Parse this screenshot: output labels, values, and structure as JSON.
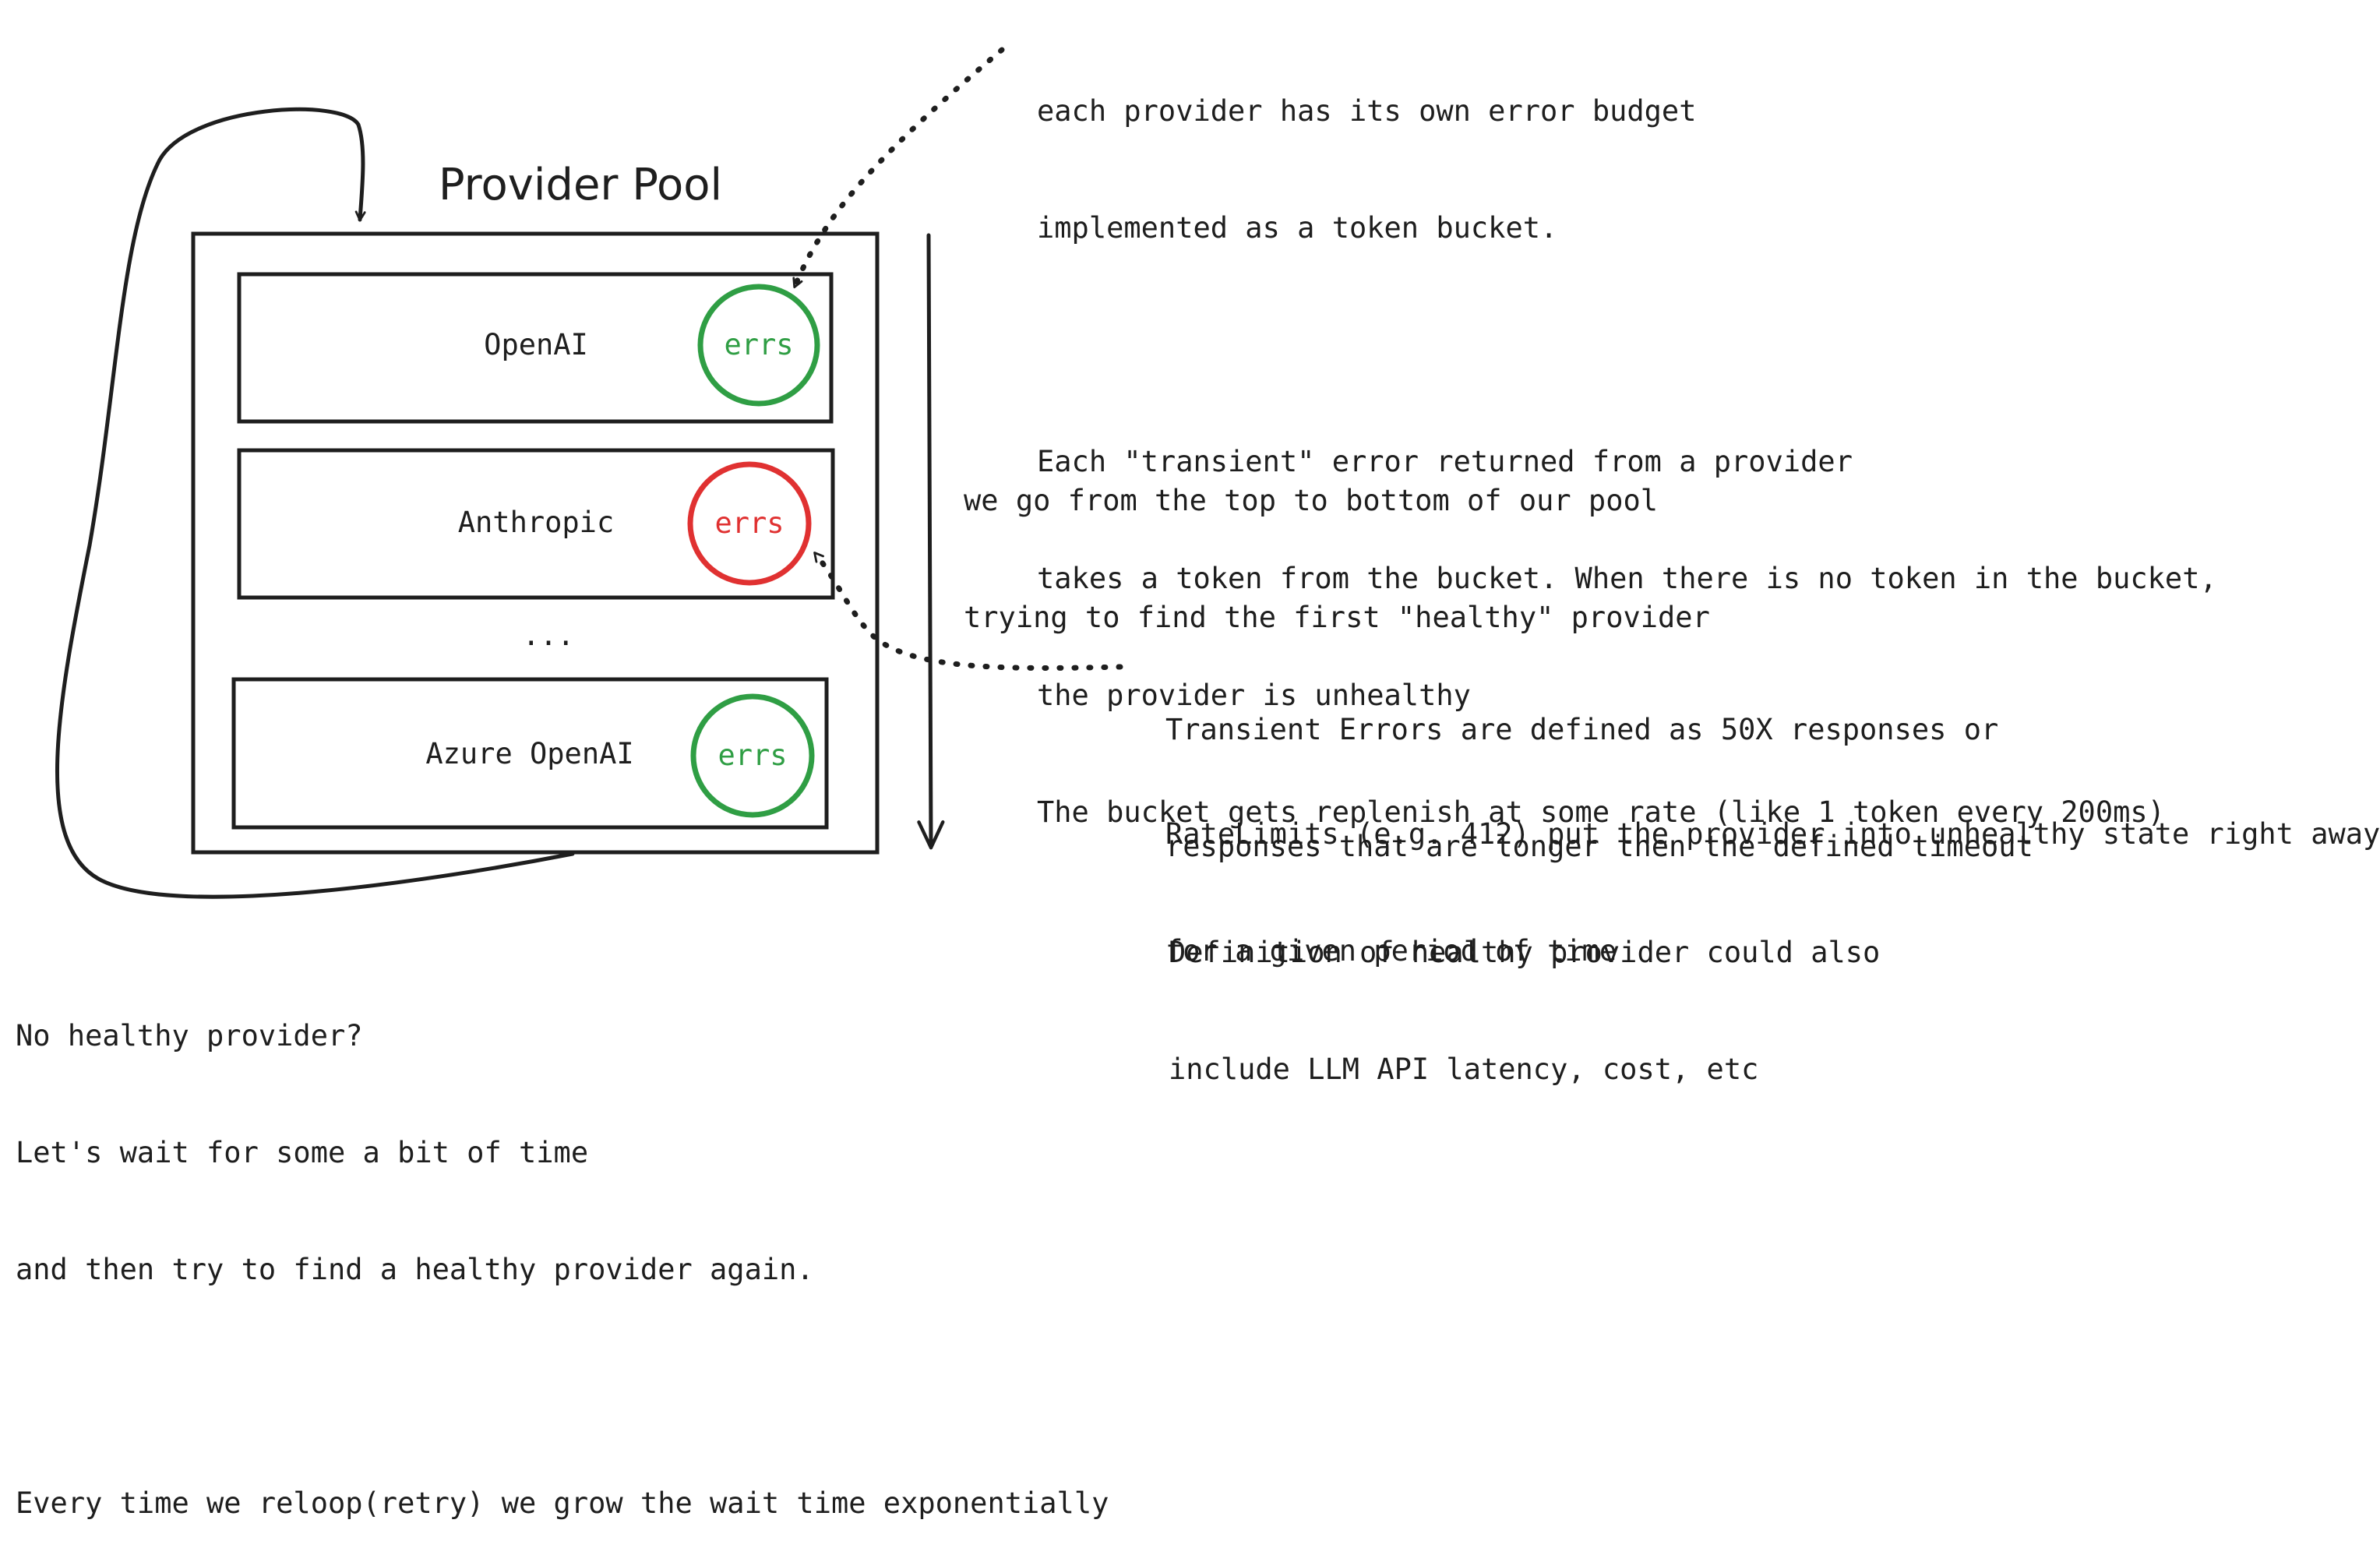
{
  "diagram": {
    "title": "Provider Pool",
    "providers": [
      {
        "name": "OpenAI",
        "badge": "errs",
        "status_color": "#2f9e44"
      },
      {
        "name": "Anthropic",
        "badge": "errs",
        "status_color": "#e03131"
      },
      {
        "name": "Azure OpenAI",
        "badge": "errs",
        "status_color": "#2f9e44"
      }
    ],
    "ellipsis": "...",
    "colors": {
      "ink": "#1e1e1e",
      "healthy": "#2f9e44",
      "unhealthy": "#e03131"
    }
  },
  "notes": {
    "error_budget": [
      "each provider has its own error budget",
      "implemented as a token bucket.",
      "",
      "Each \"transient\" error returned from a provider",
      "takes a token from the bucket. When there is no token in the bucket,",
      "the provider is unhealthy",
      "The bucket gets replenish at some rate (like 1 token every 200ms)"
    ],
    "traversal": [
      "we go from the top to bottom of our pool",
      "trying to find the first \"healthy\" provider"
    ],
    "transient": [
      "Transient Errors are defined as 50X responses or",
      "responses that are longer then the defined timeout"
    ],
    "ratelimits": [
      "RateLimits (e.g. 412) put the provider into unhealthy state right away",
      "for a given period of time"
    ],
    "health_definition": [
      "Definition of healthy provider could also",
      "include LLM API latency, cost, etc"
    ],
    "retry": [
      "No healthy provider?",
      "Let's wait for some a bit of time",
      "and then try to find a healthy provider again.",
      "",
      "Every time we reloop(retry) we grow the wait time exponentially"
    ]
  }
}
